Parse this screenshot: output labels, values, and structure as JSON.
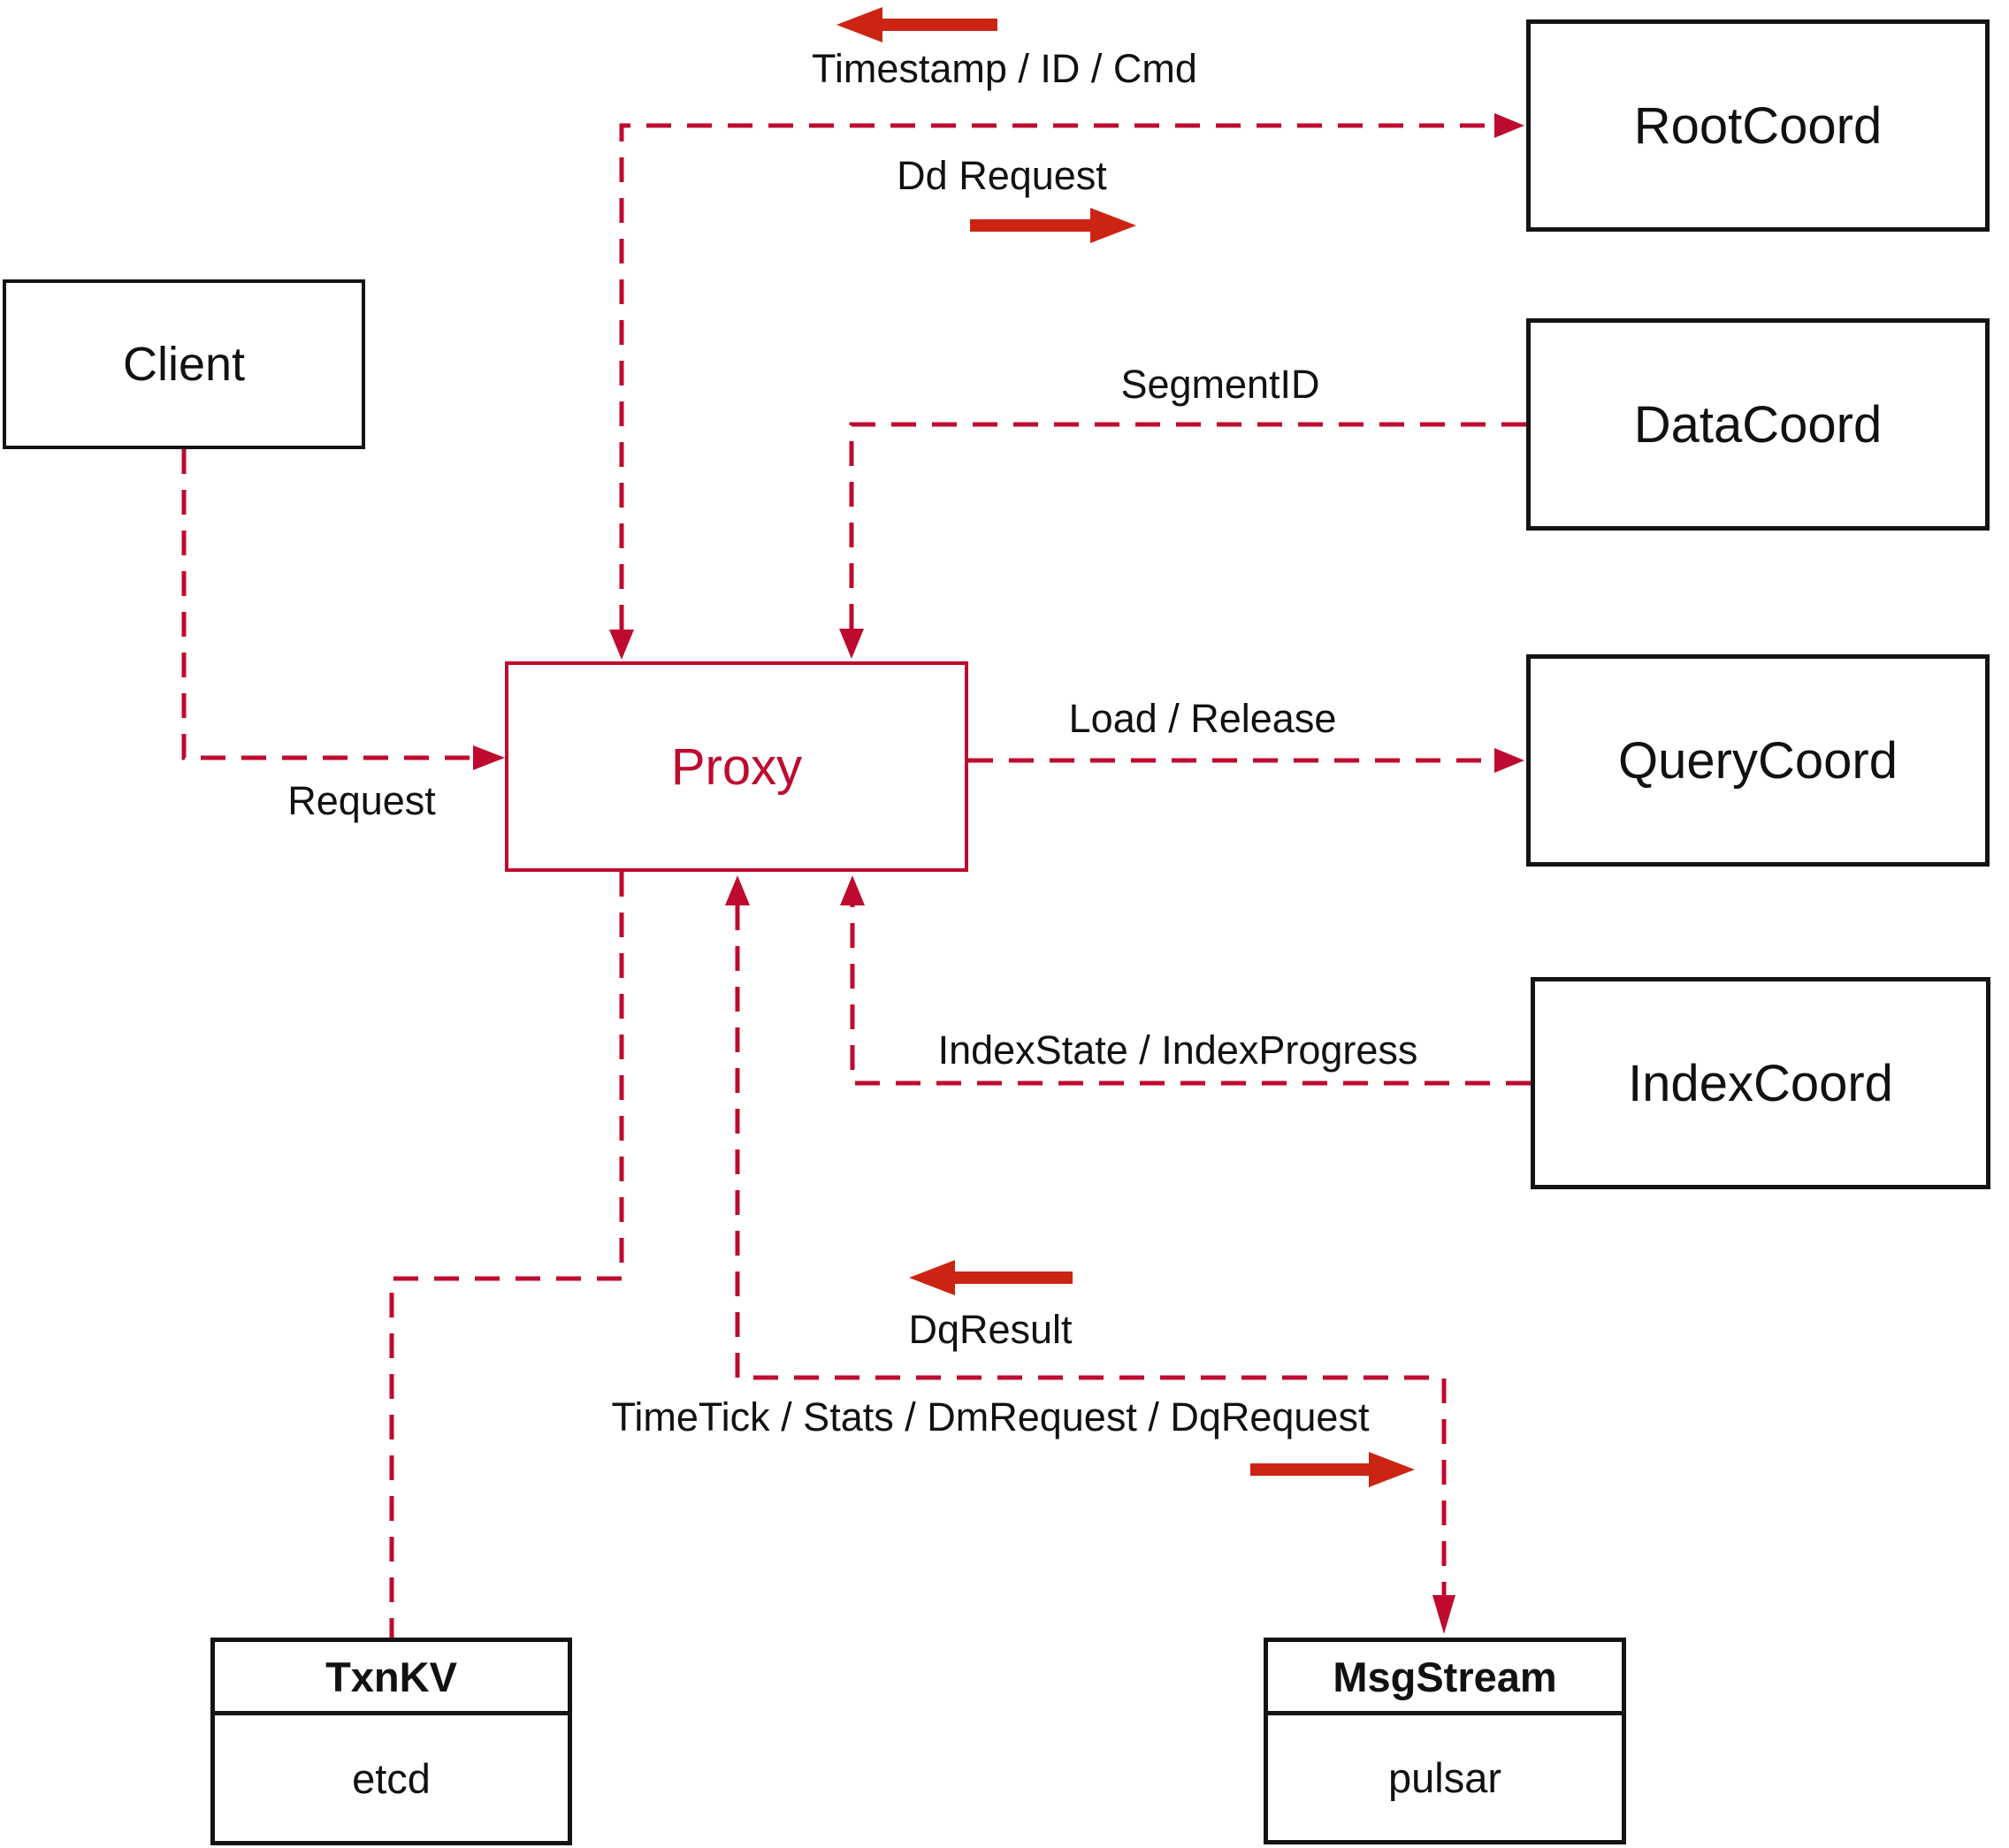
{
  "diagram": {
    "nodes": {
      "client": {
        "label": "Client"
      },
      "proxy": {
        "label": "Proxy"
      },
      "root_coord": {
        "label": "RootCoord"
      },
      "data_coord": {
        "label": "DataCoord"
      },
      "query_coord": {
        "label": "QueryCoord"
      },
      "index_coord": {
        "label": "IndexCoord"
      },
      "txn_kv": {
        "title": "TxnKV",
        "body": "etcd"
      },
      "msg_stream": {
        "title": "MsgStream",
        "body": "pulsar"
      }
    },
    "edges": {
      "request": {
        "label": "Request"
      },
      "timestamp": {
        "label": "Timestamp / ID / Cmd"
      },
      "dd_request": {
        "label": "Dd Request"
      },
      "segment_id": {
        "label": "SegmentID"
      },
      "load_release": {
        "label": "Load / Release"
      },
      "index_state": {
        "label": "IndexState / IndexProgress"
      },
      "dq_result": {
        "label": "DqResult"
      },
      "time_tick": {
        "label": "TimeTick / Stats / DmRequest / DqRequest"
      }
    },
    "colors": {
      "dashed_line": "#bf0a2f",
      "bold_arrow": "#cc2413",
      "box_border": "#141414",
      "text": "#111111"
    }
  }
}
